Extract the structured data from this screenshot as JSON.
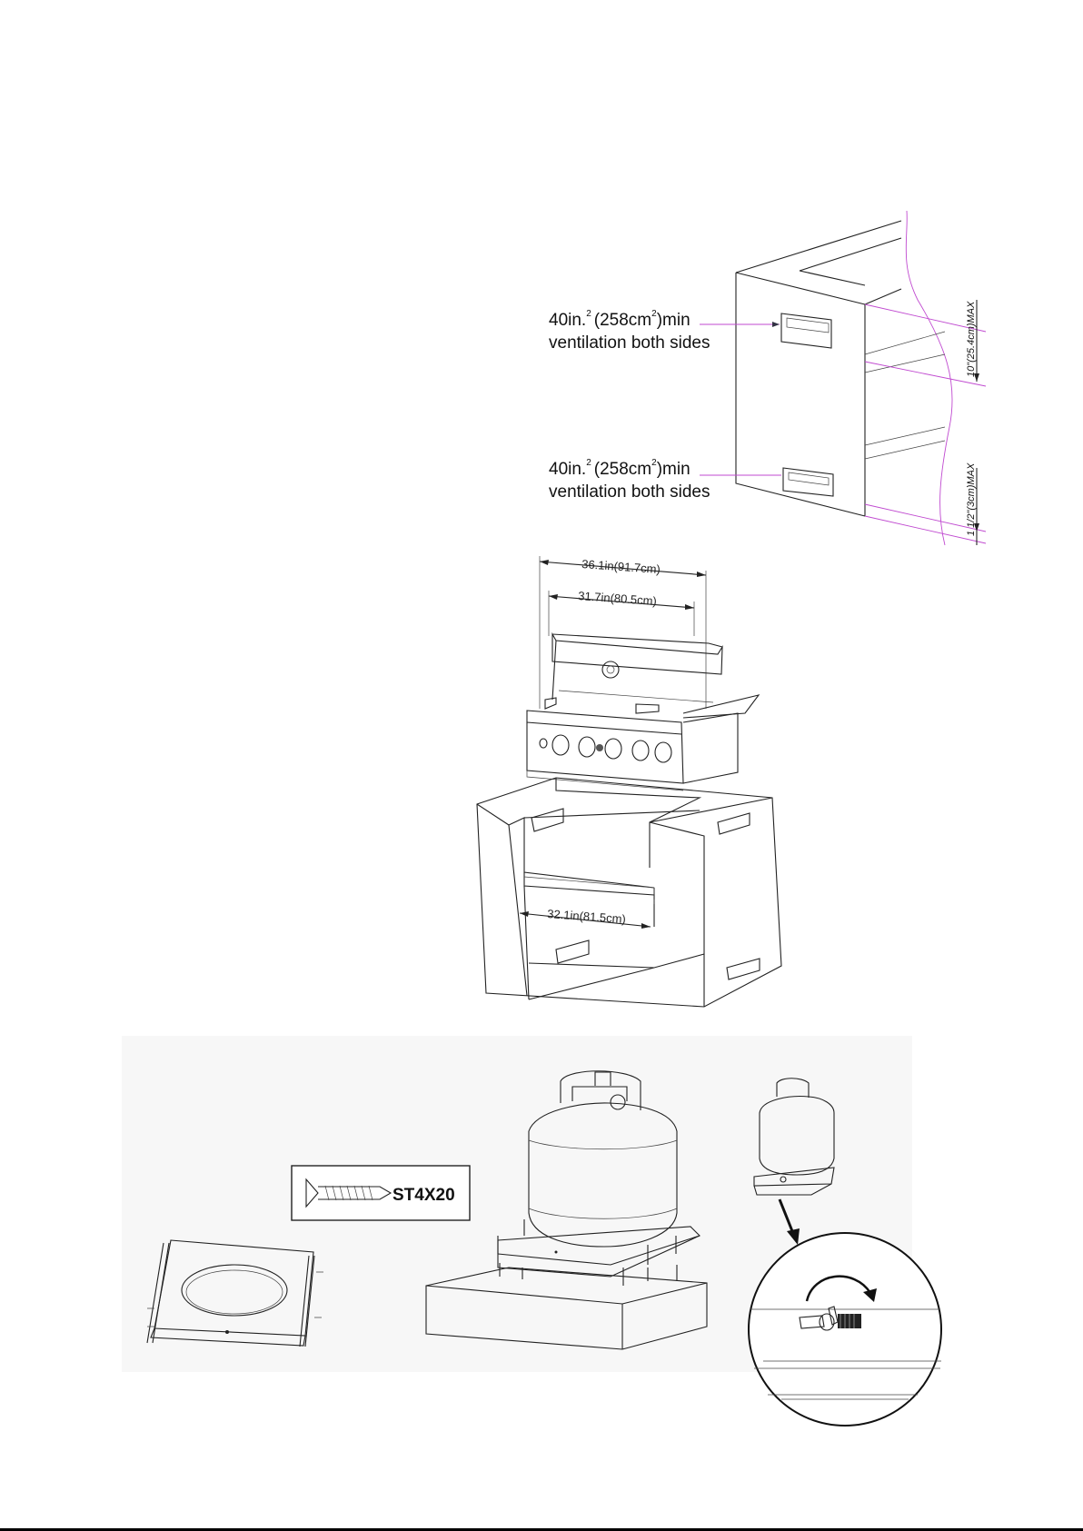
{
  "ventilation": {
    "upper_line1": "40in.",
    "upper_sup1": "2",
    "upper_mid": "(258cm",
    "upper_sup2": "2",
    "upper_end": ")min",
    "upper_line2": "ventilation both sides",
    "lower_line1": "40in.",
    "lower_sup1": "2",
    "lower_mid": "(258cm",
    "lower_sup2": "2",
    "lower_end": ")min",
    "lower_line2": "ventilation both sides",
    "top_max": "10\"(25.4cm)MAX",
    "bottom_max": "1 1/2\"(3cm)MAX"
  },
  "dimensions": {
    "overall_width": "36.1in(91.7cm)",
    "body_width": "31.7in(80.5cm)",
    "cutout_width": "32.1in(81.5cm)"
  },
  "tank_section": {
    "screw_label": "ST4X20"
  },
  "colors": {
    "line": "#222222",
    "ventilation_guides": "#c04ad0",
    "panel_background": "#f7f7f7"
  }
}
